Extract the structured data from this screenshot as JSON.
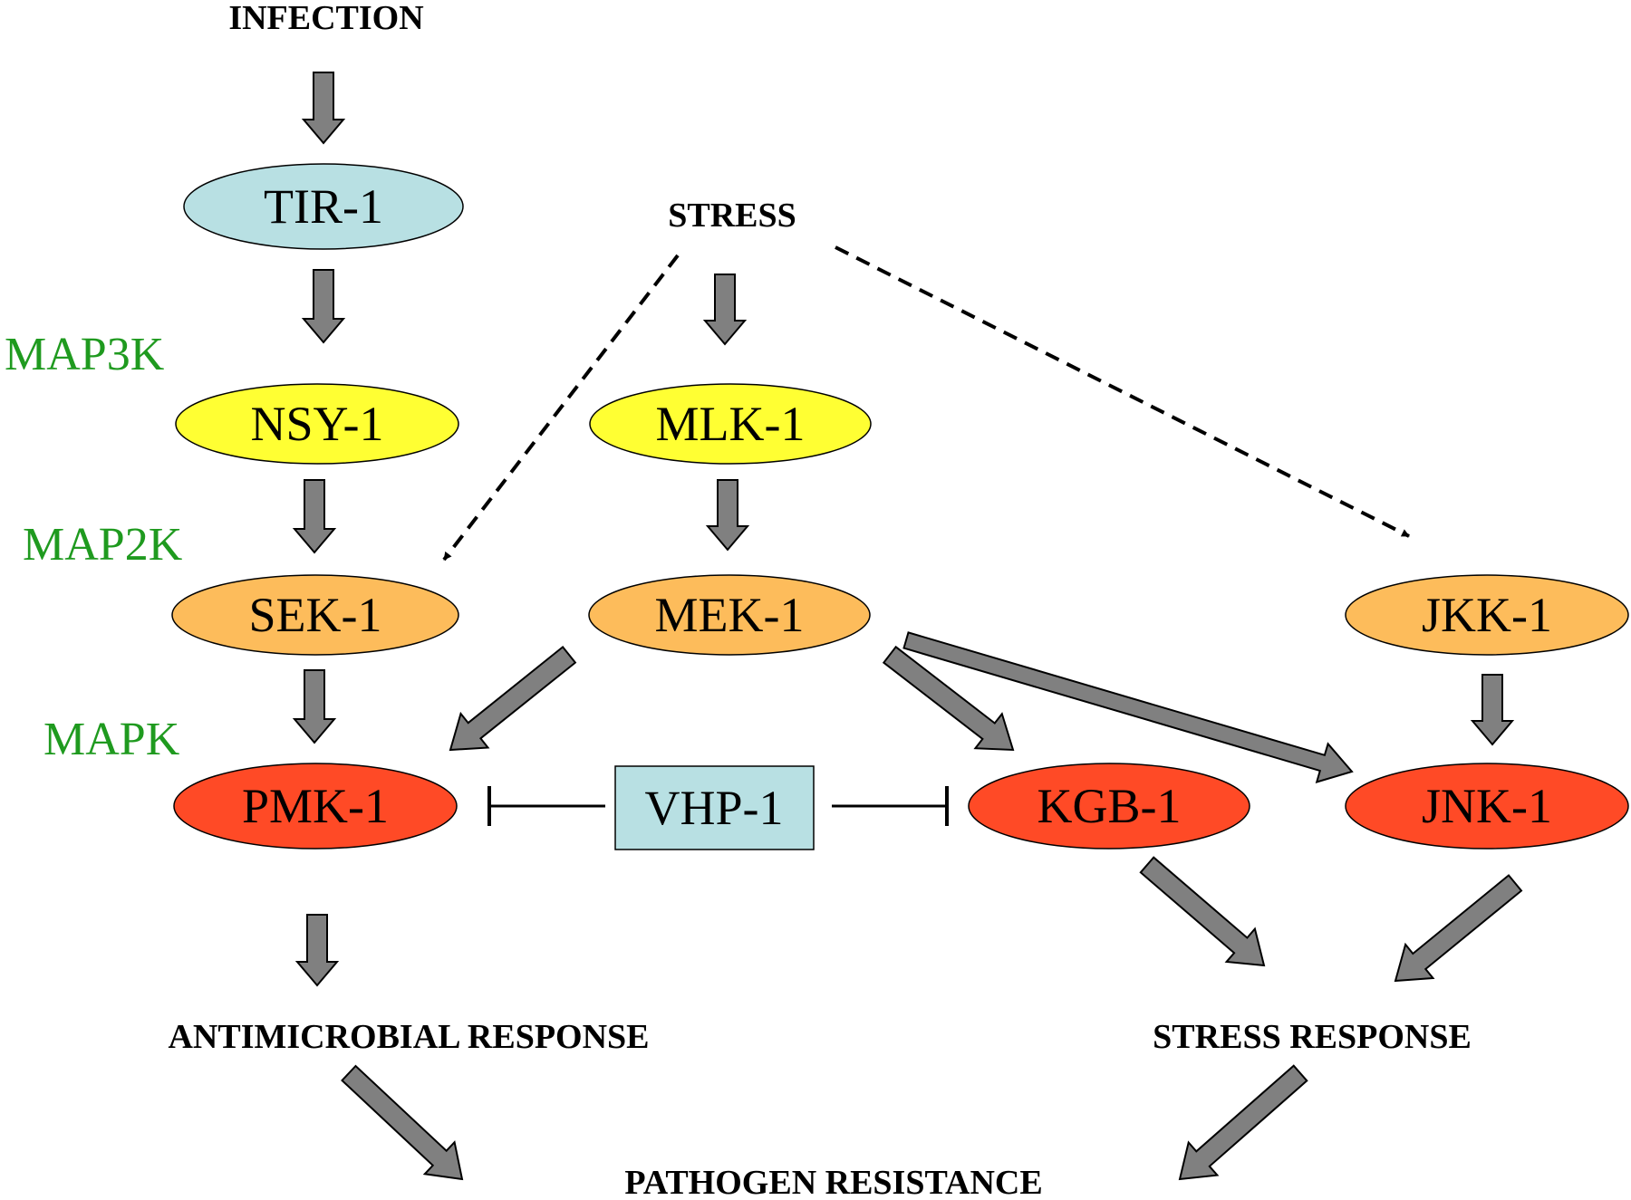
{
  "headers": {
    "infection": "INFECTION",
    "stress": "STRESS",
    "antimicrobial_response": "ANTIMICROBIAL RESPONSE",
    "stress_response": "STRESS RESPONSE",
    "pathogen_resistance": "PATHOGEN RESISTANCE"
  },
  "levels": {
    "map3k": "MAP3K",
    "map2k": "MAP2K",
    "mapk": "MAPK"
  },
  "nodes": {
    "tir1": "TIR-1",
    "nsy1": "NSY-1",
    "mlk1": "MLK-1",
    "sek1": "SEK-1",
    "mek1": "MEK-1",
    "jkk1": "JKK-1",
    "pmk1": "PMK-1",
    "vhp1": "VHP-1",
    "kgb1": "KGB-1",
    "jnk1": "JNK-1"
  },
  "colors": {
    "tir": "#b8e0e3",
    "map3k_fill": "#ffff33",
    "map2k_fill": "#fdbc5b",
    "mapk_fill": "#ff4a26",
    "vhp": "#b8e0e3",
    "level_text": "#1f9a1f",
    "arrow_fill": "#808080"
  }
}
